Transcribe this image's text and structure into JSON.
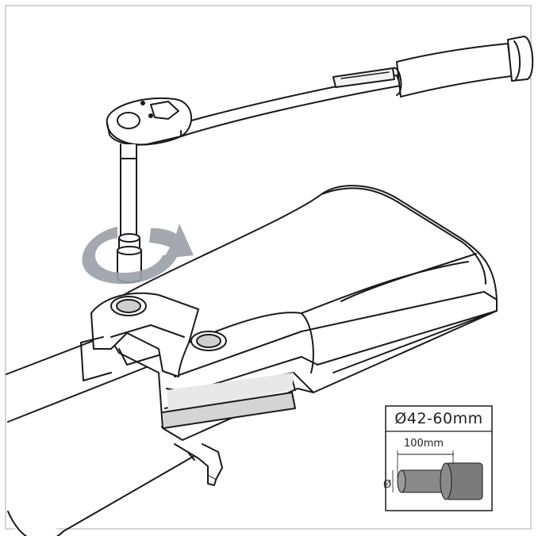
{
  "spec_box": {
    "diameter_range": "Ø42-60mm",
    "length_label": "100mm",
    "diameter_symbol": "Ø"
  },
  "colors": {
    "outline": "#1a1a1a",
    "rotation_arrow": "#9aa0a6",
    "pipe_fill": "#8a8a8a",
    "border": "#d4d4d4"
  },
  "icons": {
    "wrench": "ratchet-wrench",
    "rotation": "clockwise-rotation-arrow"
  }
}
